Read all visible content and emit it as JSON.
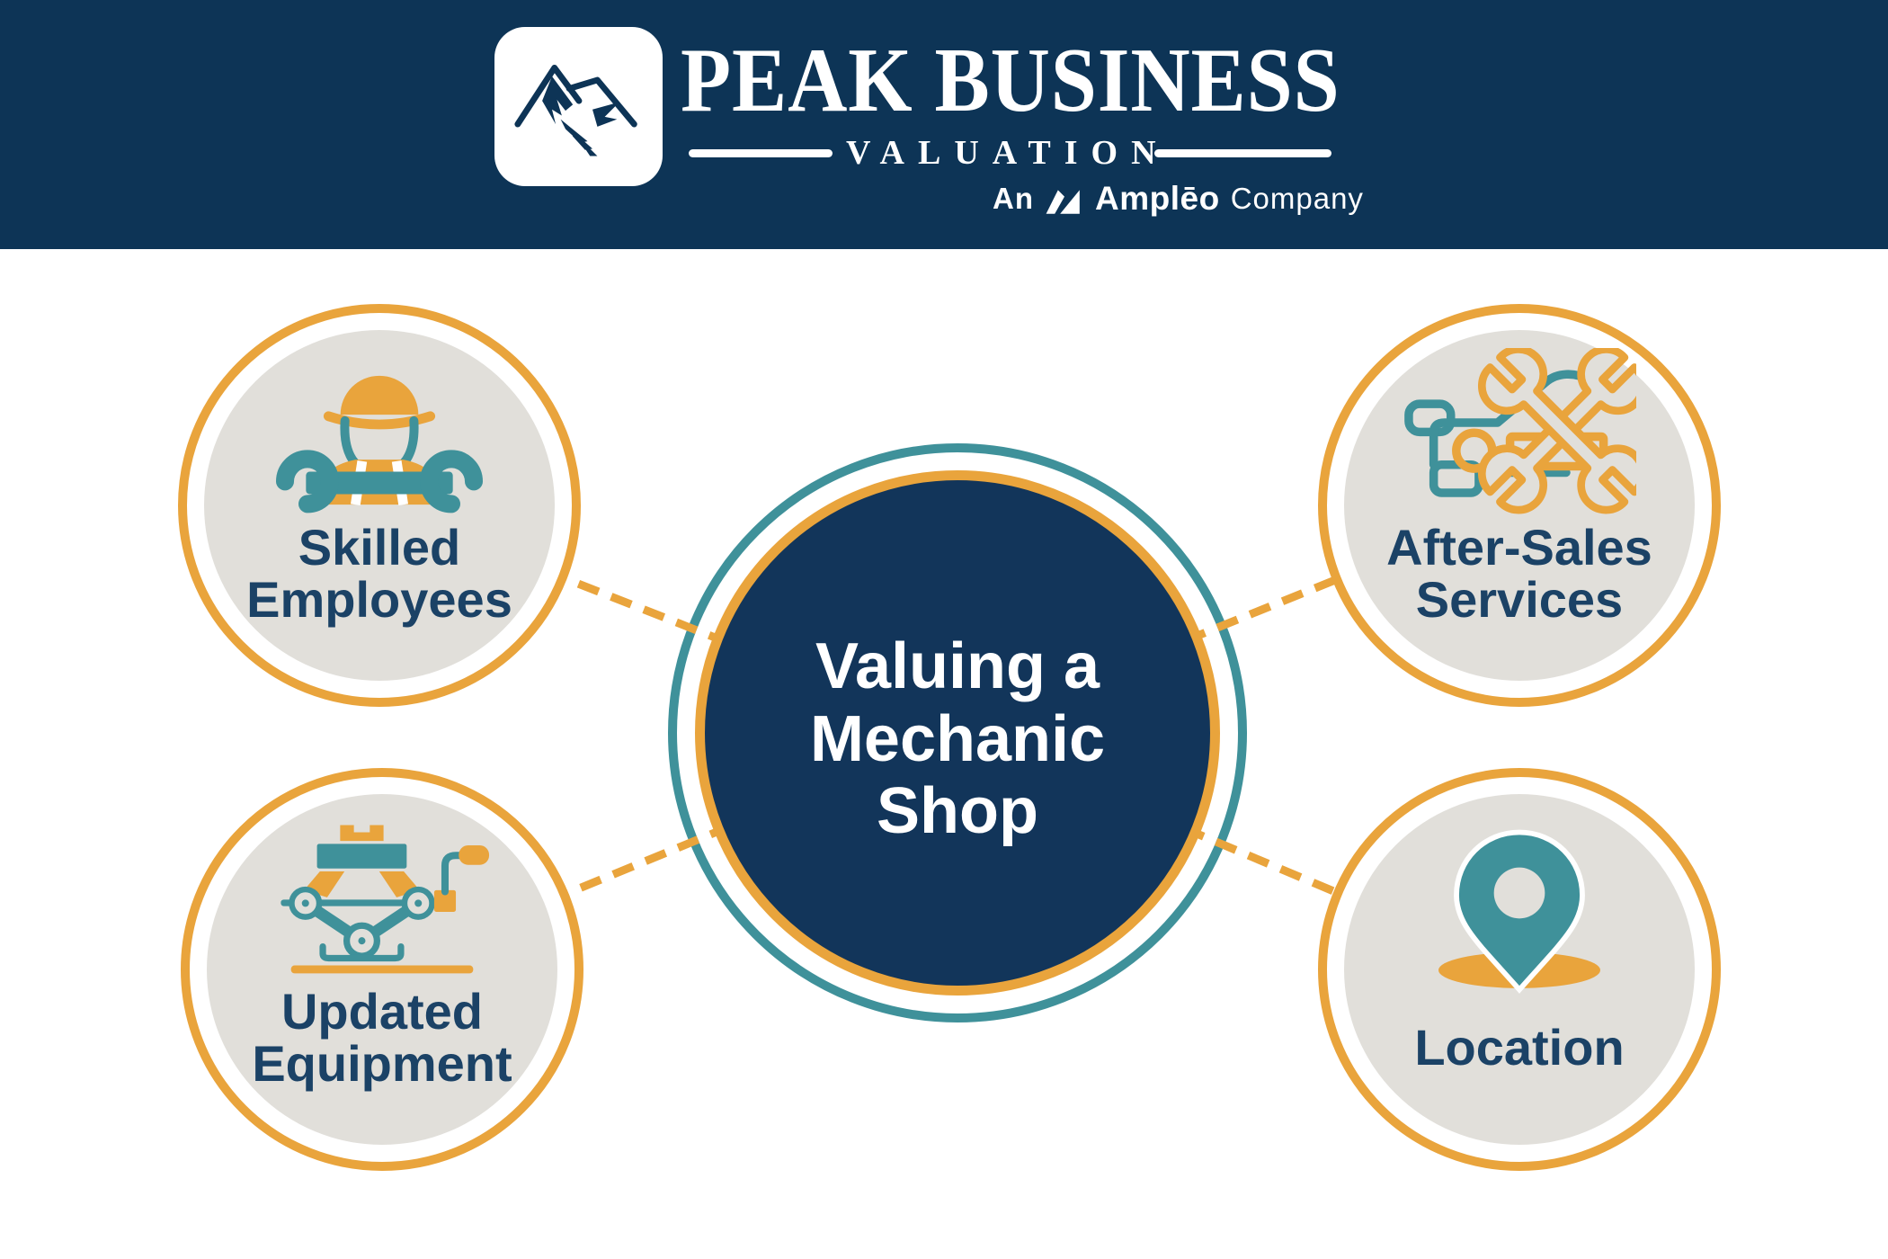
{
  "colors": {
    "header_navy": "#0D3456",
    "disc_navy": "#12355A",
    "label_navy": "#1B4266",
    "orange": "#E9A43C",
    "teal": "#3F919A",
    "light_gray": "#E1DFDA",
    "white": "#FFFFFF"
  },
  "header": {
    "brand_line1": "PEAK BUSINESS",
    "brand_line2": "VALUATION",
    "tagline": {
      "prefix": "An",
      "brand": "Amplēo",
      "suffix": "Company"
    },
    "logo_icon": "mountain-logo-icon",
    "ampleo_icon": "ampleo-mark-icon"
  },
  "center_node": {
    "lines": [
      "Valuing a",
      "Mechanic",
      "Shop"
    ]
  },
  "nodes": [
    {
      "id": "skilled-employees",
      "lines": [
        "Skilled",
        "Employees"
      ],
      "icon": "mechanic-worker-icon"
    },
    {
      "id": "after-sales-services",
      "lines": [
        "After-Sales",
        "Services"
      ],
      "icon": "car-service-icon"
    },
    {
      "id": "updated-equipment",
      "lines": [
        "Updated",
        "Equipment"
      ],
      "icon": "car-jack-icon"
    },
    {
      "id": "location",
      "lines": [
        "Location"
      ],
      "icon": "location-pin-icon"
    }
  ]
}
